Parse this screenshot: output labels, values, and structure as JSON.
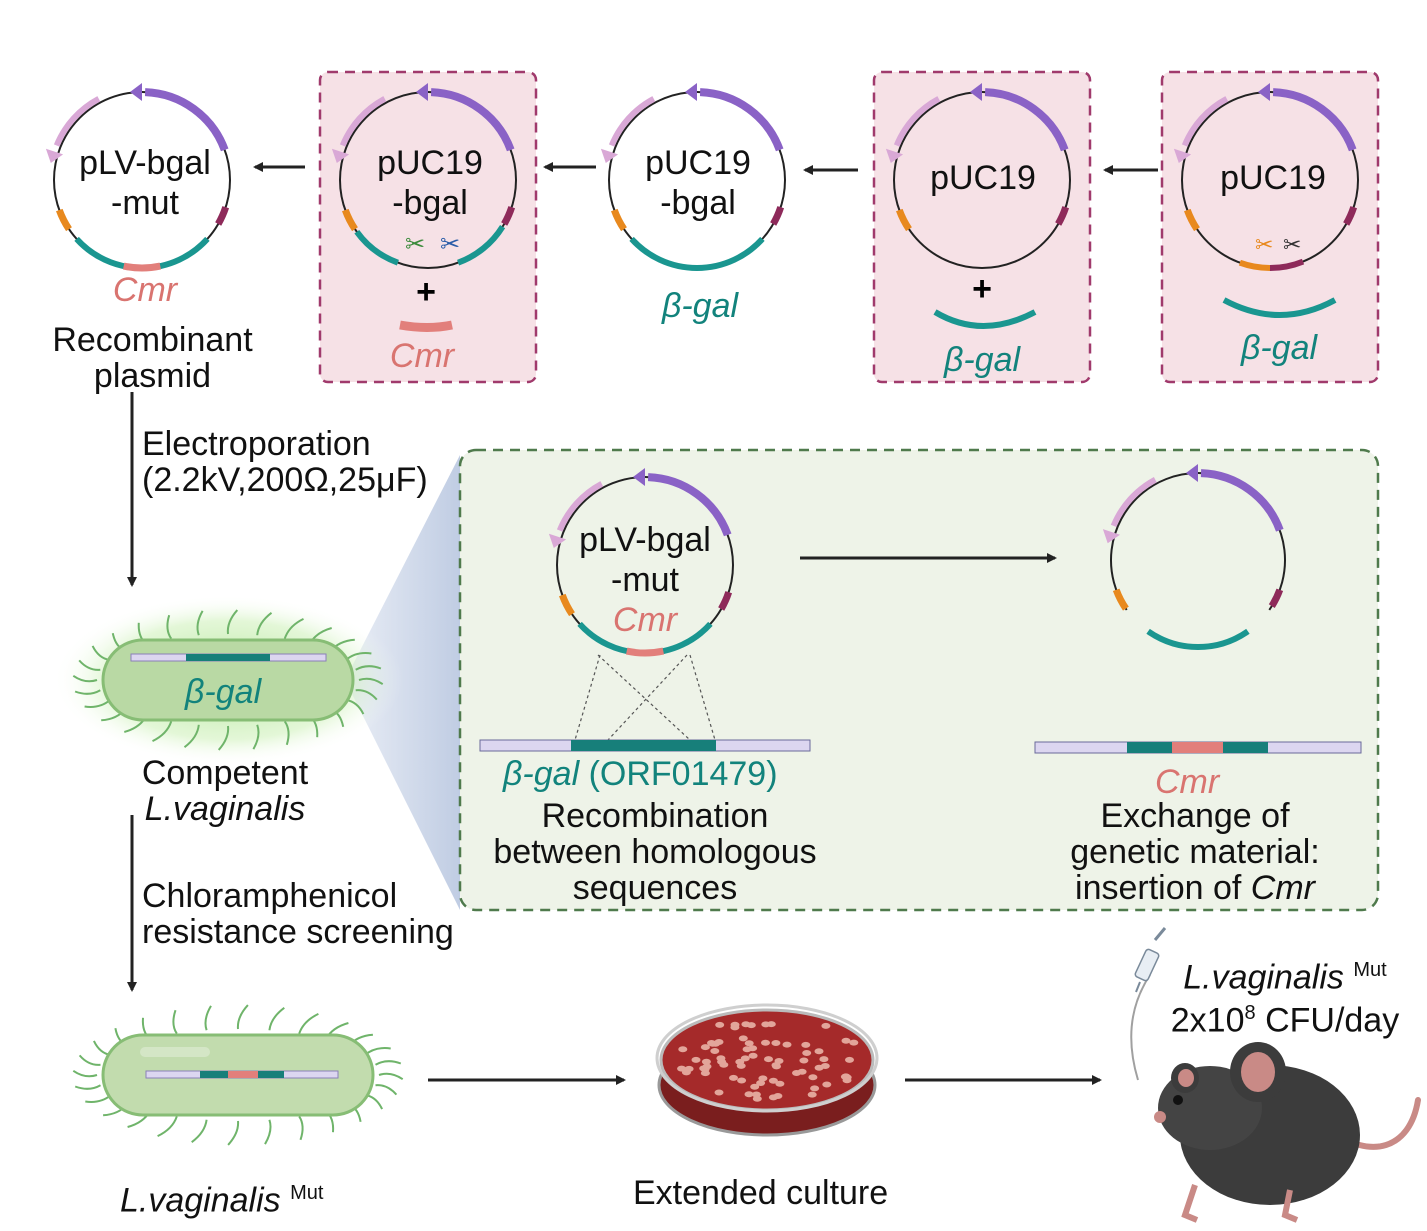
{
  "colors": {
    "teal": "#1a9690",
    "salmon": "#e27f7b",
    "purple": "#8a62c6",
    "lilac": "#d9a8d6",
    "orange": "#e8891e",
    "plum": "#8e2a5a",
    "pink_box": "#f6e1e6",
    "pink_border": "#a03a6c",
    "green_box": "#eef3e8",
    "green_border": "#4f7a4c",
    "bacterium_fill": "#b9d9a4",
    "dish_red": "#a52a2a"
  },
  "plasmids": {
    "recombinant": {
      "line1": "pLV-bgal",
      "line2": "-mut",
      "insert": "Cmr"
    },
    "cut": {
      "line1": "pUC19",
      "line2": "-bgal",
      "fragment": "Cmr"
    },
    "ligated": {
      "line1": "pUC19",
      "line2": "-bgal",
      "insert": "β-gal"
    },
    "with_fragment": {
      "line1": "pUC19",
      "fragment": "β-gal"
    },
    "original": {
      "line1": "pUC19",
      "fragment": "β-gal"
    },
    "zoom_before": {
      "line1": "pLV-bgal",
      "line2": "-mut",
      "insert": "Cmr"
    }
  },
  "labels": {
    "recombinant_plasmid": [
      "Recombinant",
      "plasmid"
    ],
    "electroporation": [
      "Electroporation",
      "(2.2kV,200Ω,25μF)"
    ],
    "bacterium_gene": "β-gal",
    "competent": [
      "Competent",
      "L.vaginalis"
    ],
    "chloramphenicol": [
      "Chloramphenicol",
      "resistance screening"
    ],
    "mutant_name": "L.vaginalis",
    "mutant_sup": "Mut",
    "extended_culture": "Extended culture",
    "dose_name": "L.vaginalis",
    "dose_sup": "Mut",
    "dose_prefix": "2x10",
    "dose_exp": "8",
    "dose_suffix": " CFU/day"
  },
  "zoom": {
    "chromosome_gene": "β-gal",
    "chromosome_orf": " (ORF01479)",
    "recombination": [
      "Recombination",
      "between homologous",
      "sequences"
    ],
    "inserted_gene": "Cmr",
    "exchange": [
      "Exchange of",
      "genetic material:",
      "insertion of "
    ],
    "exchange_gene": "Cmr"
  }
}
